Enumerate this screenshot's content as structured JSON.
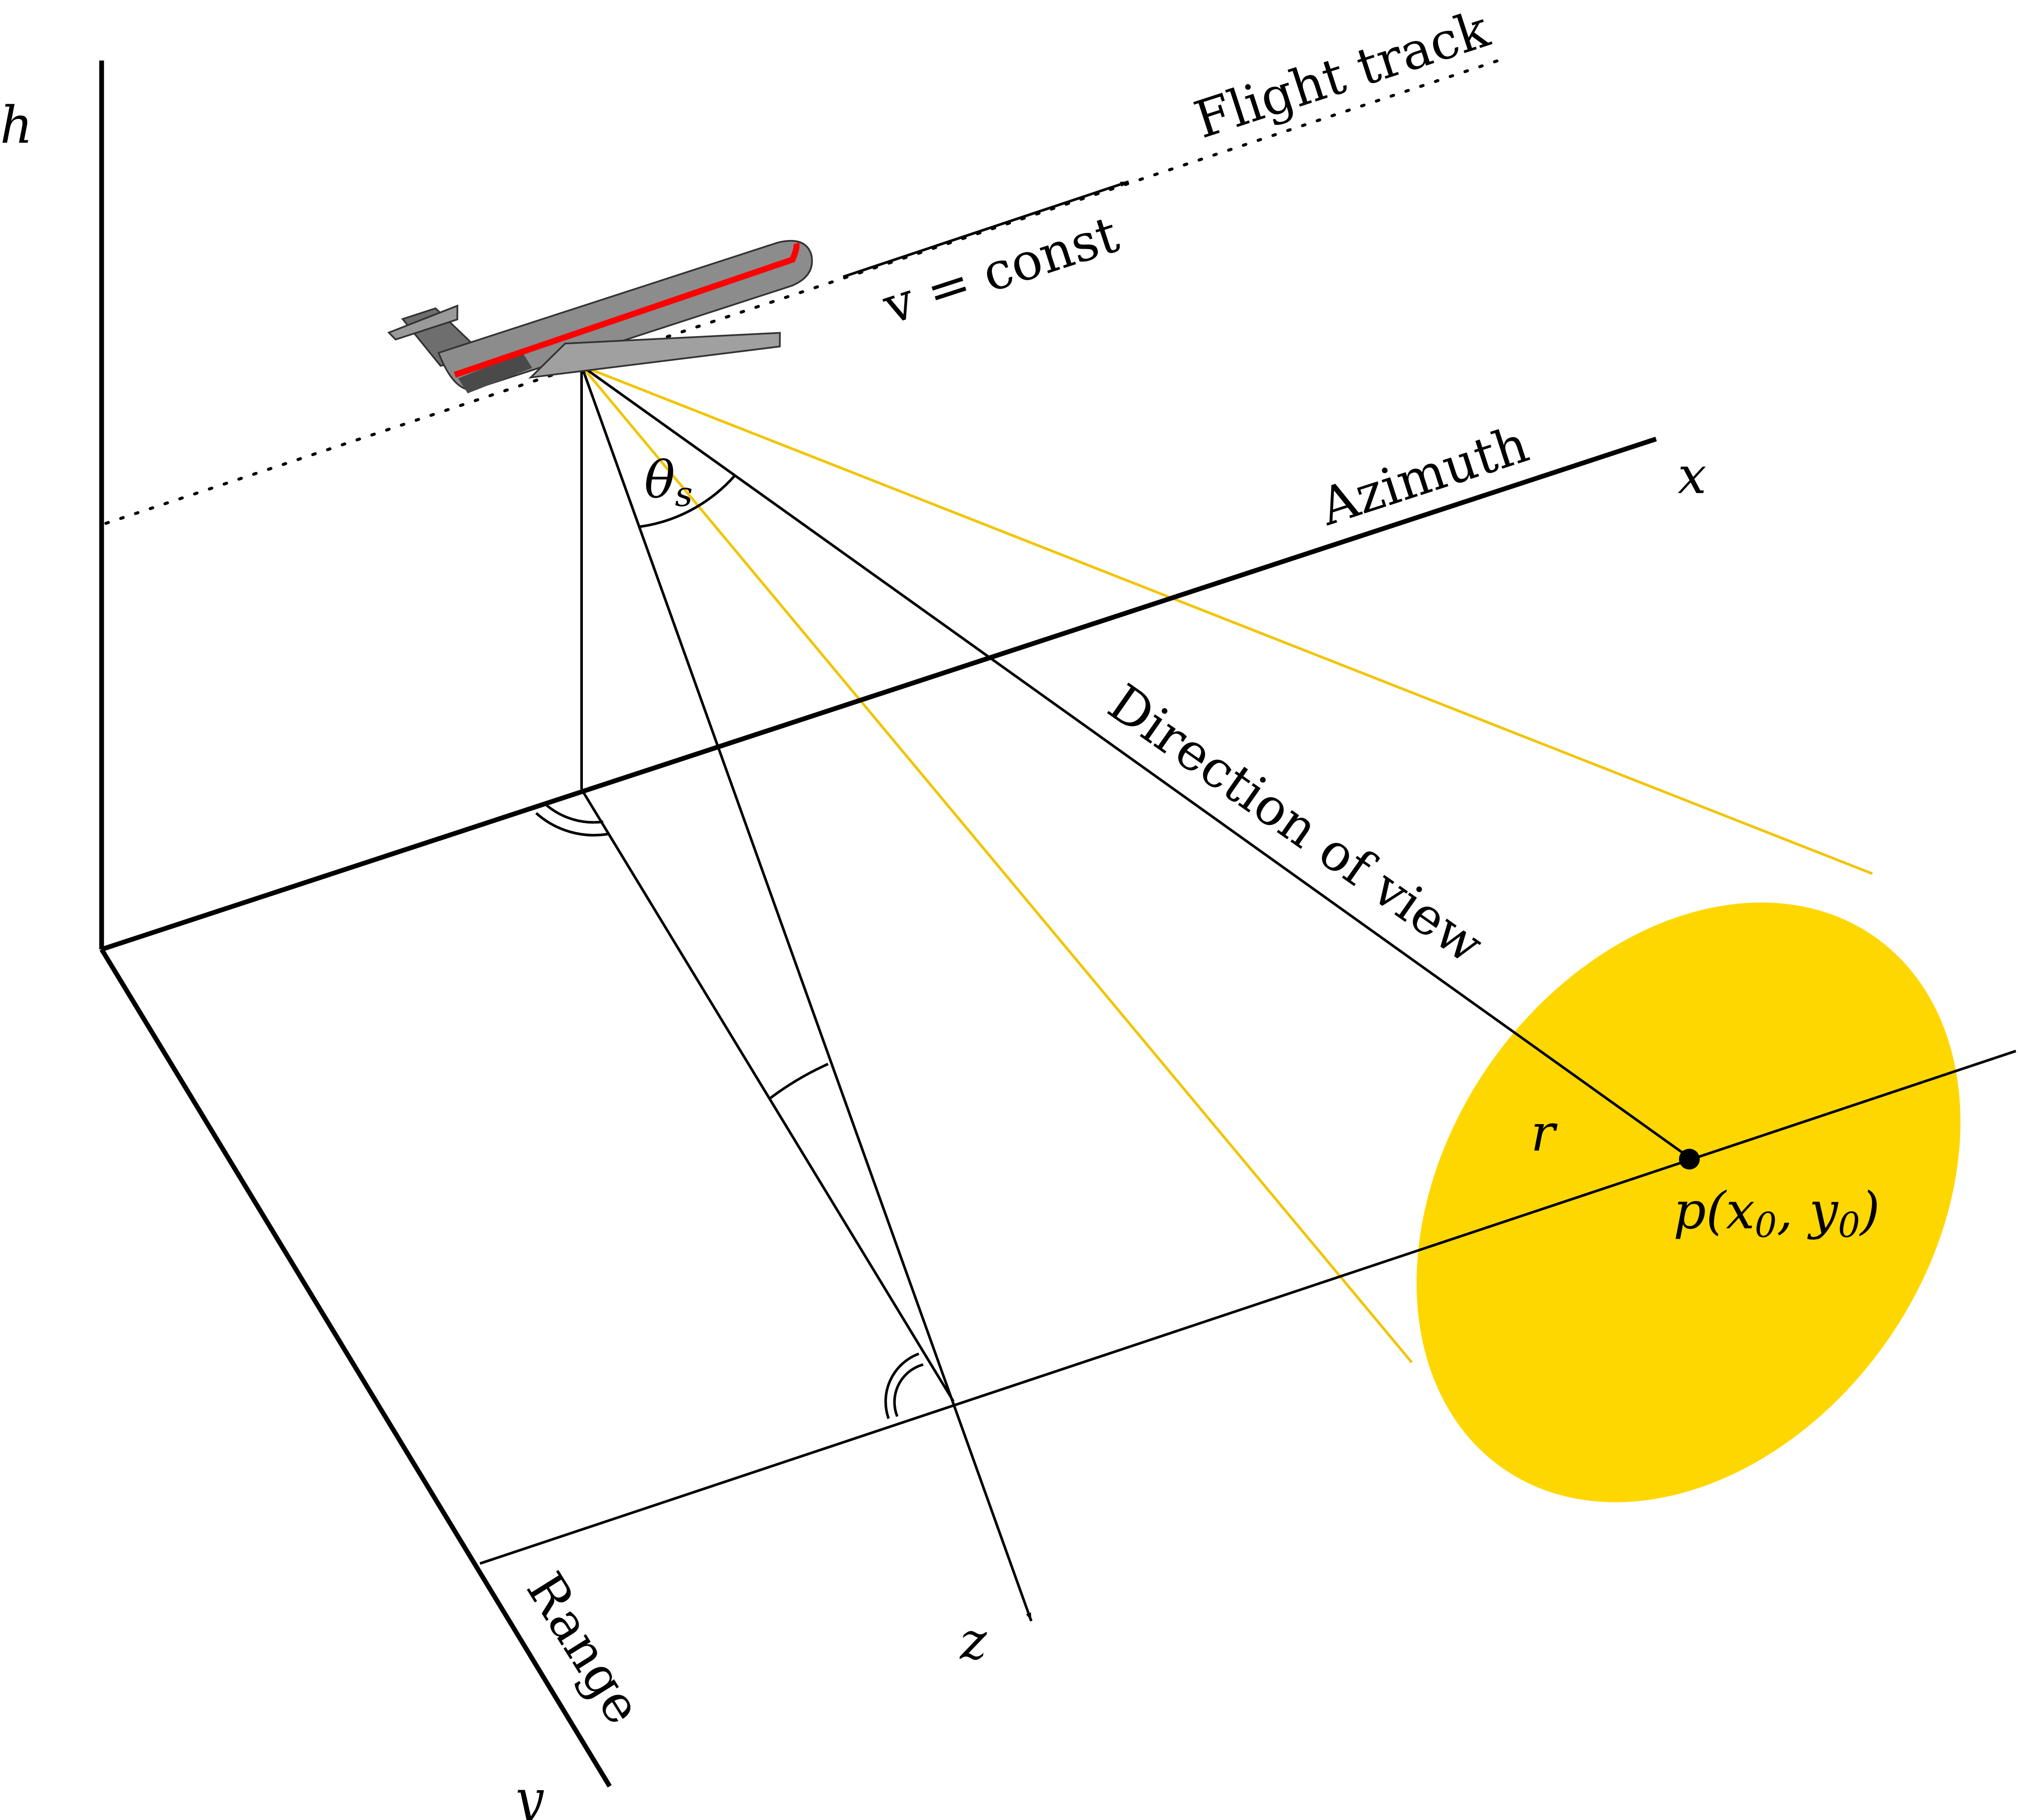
{
  "colors": {
    "ink": "#000000",
    "beam": "#FFD700",
    "beam_line": "#F2C400",
    "plane_body": "#8C8C8C",
    "plane_dark": "#4A4A4A",
    "plane_stripe": "#FF0000"
  },
  "labels": {
    "h_axis": "h",
    "x_axis": "x",
    "y_axis": "y",
    "z_axis": "z",
    "flight_track": "Flight track",
    "velocity": "v = const",
    "azimuth": "Azimuth",
    "range": "Range",
    "direction_of_view": "Direction of view",
    "angle": "θs",
    "angle_base": "θ",
    "angle_sub": "s",
    "r": "r",
    "point": "p(x0, y0)",
    "point_p": "p(x",
    "point_sub0": "0",
    "point_mid": ", y",
    "point_sub1": "0",
    "point_close": ")"
  },
  "icons": {
    "aircraft": "airplane-icon",
    "target_point": "point-marker-icon"
  }
}
